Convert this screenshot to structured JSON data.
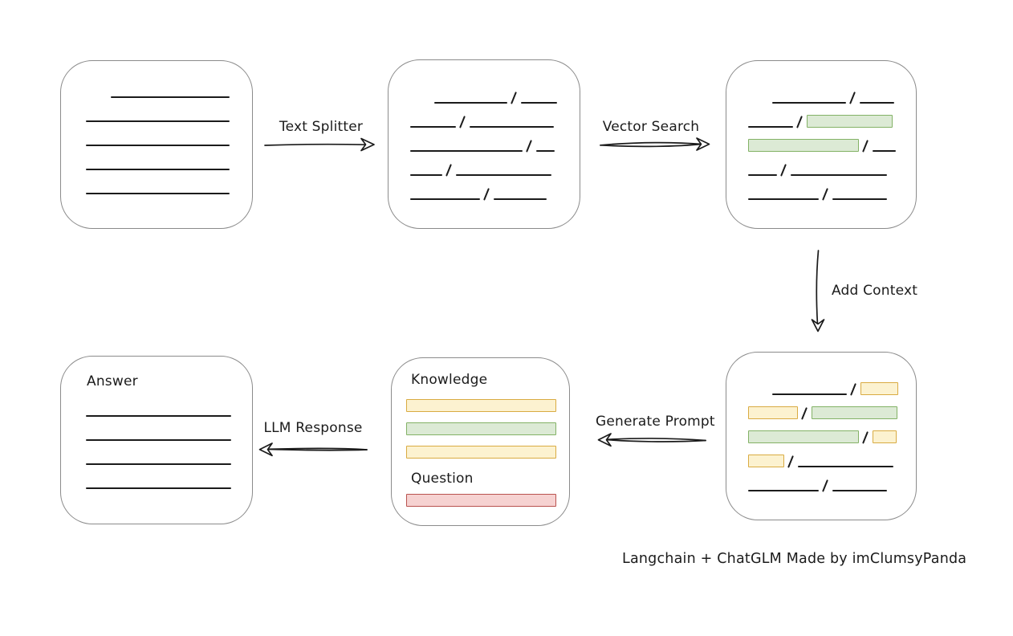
{
  "diagram": {
    "caption": "Langchain + ChatGLM Made by imClumsyPanda",
    "colors": {
      "box_border": "#8b8b8b",
      "line": "#1b1b1b",
      "green_fill": "#dcead5",
      "green_border": "#83b266",
      "yellow_fill": "#fcf2d0",
      "yellow_border": "#d9ab42",
      "red_fill": "#f6d2d1",
      "red_border": "#b9534f"
    },
    "arrows": {
      "text_splitter": {
        "label": "Text Splitter"
      },
      "vector_search": {
        "label": "Vector Search"
      },
      "add_context": {
        "label": "Add Context"
      },
      "generate_prompt": {
        "label": "Generate Prompt"
      },
      "llm_response": {
        "label": "LLM Response"
      }
    },
    "document_box": {
      "rows": [
        {
          "indent": 31,
          "segs": [
            {
              "t": "line",
              "w": 148
            }
          ]
        },
        {
          "segs": [
            {
              "t": "line",
              "w": 179
            }
          ]
        },
        {
          "segs": [
            {
              "t": "line",
              "w": 179
            }
          ]
        },
        {
          "segs": [
            {
              "t": "line",
              "w": 179
            }
          ]
        },
        {
          "segs": [
            {
              "t": "line",
              "w": 179
            }
          ]
        }
      ]
    },
    "chunks_box": {
      "rows": [
        {
          "indent": 30,
          "segs": [
            {
              "t": "line",
              "w": 91
            },
            {
              "t": "slash"
            },
            {
              "t": "line",
              "w": 45
            }
          ]
        },
        {
          "segs": [
            {
              "t": "line",
              "w": 57
            },
            {
              "t": "slash"
            },
            {
              "t": "line",
              "w": 105
            }
          ]
        },
        {
          "segs": [
            {
              "t": "line",
              "w": 140
            },
            {
              "t": "slash"
            },
            {
              "t": "line",
              "w": 23
            }
          ]
        },
        {
          "segs": [
            {
              "t": "line",
              "w": 40
            },
            {
              "t": "slash"
            },
            {
              "t": "line",
              "w": 119
            }
          ]
        },
        {
          "segs": [
            {
              "t": "line",
              "w": 87
            },
            {
              "t": "slash"
            },
            {
              "t": "line",
              "w": 66
            }
          ]
        }
      ]
    },
    "matched_box": {
      "rows": [
        {
          "indent": 30,
          "segs": [
            {
              "t": "line",
              "w": 92
            },
            {
              "t": "slash"
            },
            {
              "t": "line",
              "w": 43
            }
          ]
        },
        {
          "segs": [
            {
              "t": "line",
              "w": 56
            },
            {
              "t": "slash"
            },
            {
              "t": "green",
              "w": 107
            }
          ]
        },
        {
          "segs": [
            {
              "t": "green",
              "w": 138
            },
            {
              "t": "slash"
            },
            {
              "t": "line",
              "w": 29
            }
          ]
        },
        {
          "segs": [
            {
              "t": "line",
              "w": 36
            },
            {
              "t": "slash"
            },
            {
              "t": "line",
              "w": 120
            }
          ]
        },
        {
          "segs": [
            {
              "t": "line",
              "w": 88
            },
            {
              "t": "slash"
            },
            {
              "t": "line",
              "w": 68
            }
          ]
        }
      ]
    },
    "context_box": {
      "rows": [
        {
          "indent": 30,
          "segs": [
            {
              "t": "line",
              "w": 93
            },
            {
              "t": "slash"
            },
            {
              "t": "yellow",
              "w": 47
            }
          ]
        },
        {
          "segs": [
            {
              "t": "yellow",
              "w": 62
            },
            {
              "t": "slash"
            },
            {
              "t": "green",
              "w": 107
            }
          ]
        },
        {
          "segs": [
            {
              "t": "green",
              "w": 138
            },
            {
              "t": "slash"
            },
            {
              "t": "yellow",
              "w": 30
            }
          ]
        },
        {
          "segs": [
            {
              "t": "yellow",
              "w": 45
            },
            {
              "t": "slash"
            },
            {
              "t": "line",
              "w": 119
            }
          ]
        },
        {
          "segs": [
            {
              "t": "line",
              "w": 88
            },
            {
              "t": "slash"
            },
            {
              "t": "line",
              "w": 68
            }
          ]
        }
      ]
    },
    "prompt_box": {
      "knowledge_heading": "Knowledge",
      "question_heading": "Question",
      "knowledge_bars": [
        "yellow",
        "green",
        "yellow"
      ],
      "question_bars": [
        "red"
      ]
    },
    "answer_box": {
      "heading": "Answer",
      "rows": [
        {
          "segs": [
            {
              "t": "line",
              "w": 181
            }
          ]
        },
        {
          "segs": [
            {
              "t": "line",
              "w": 181
            }
          ]
        },
        {
          "segs": [
            {
              "t": "line",
              "w": 181
            }
          ]
        },
        {
          "segs": [
            {
              "t": "line",
              "w": 181
            }
          ]
        }
      ]
    }
  }
}
